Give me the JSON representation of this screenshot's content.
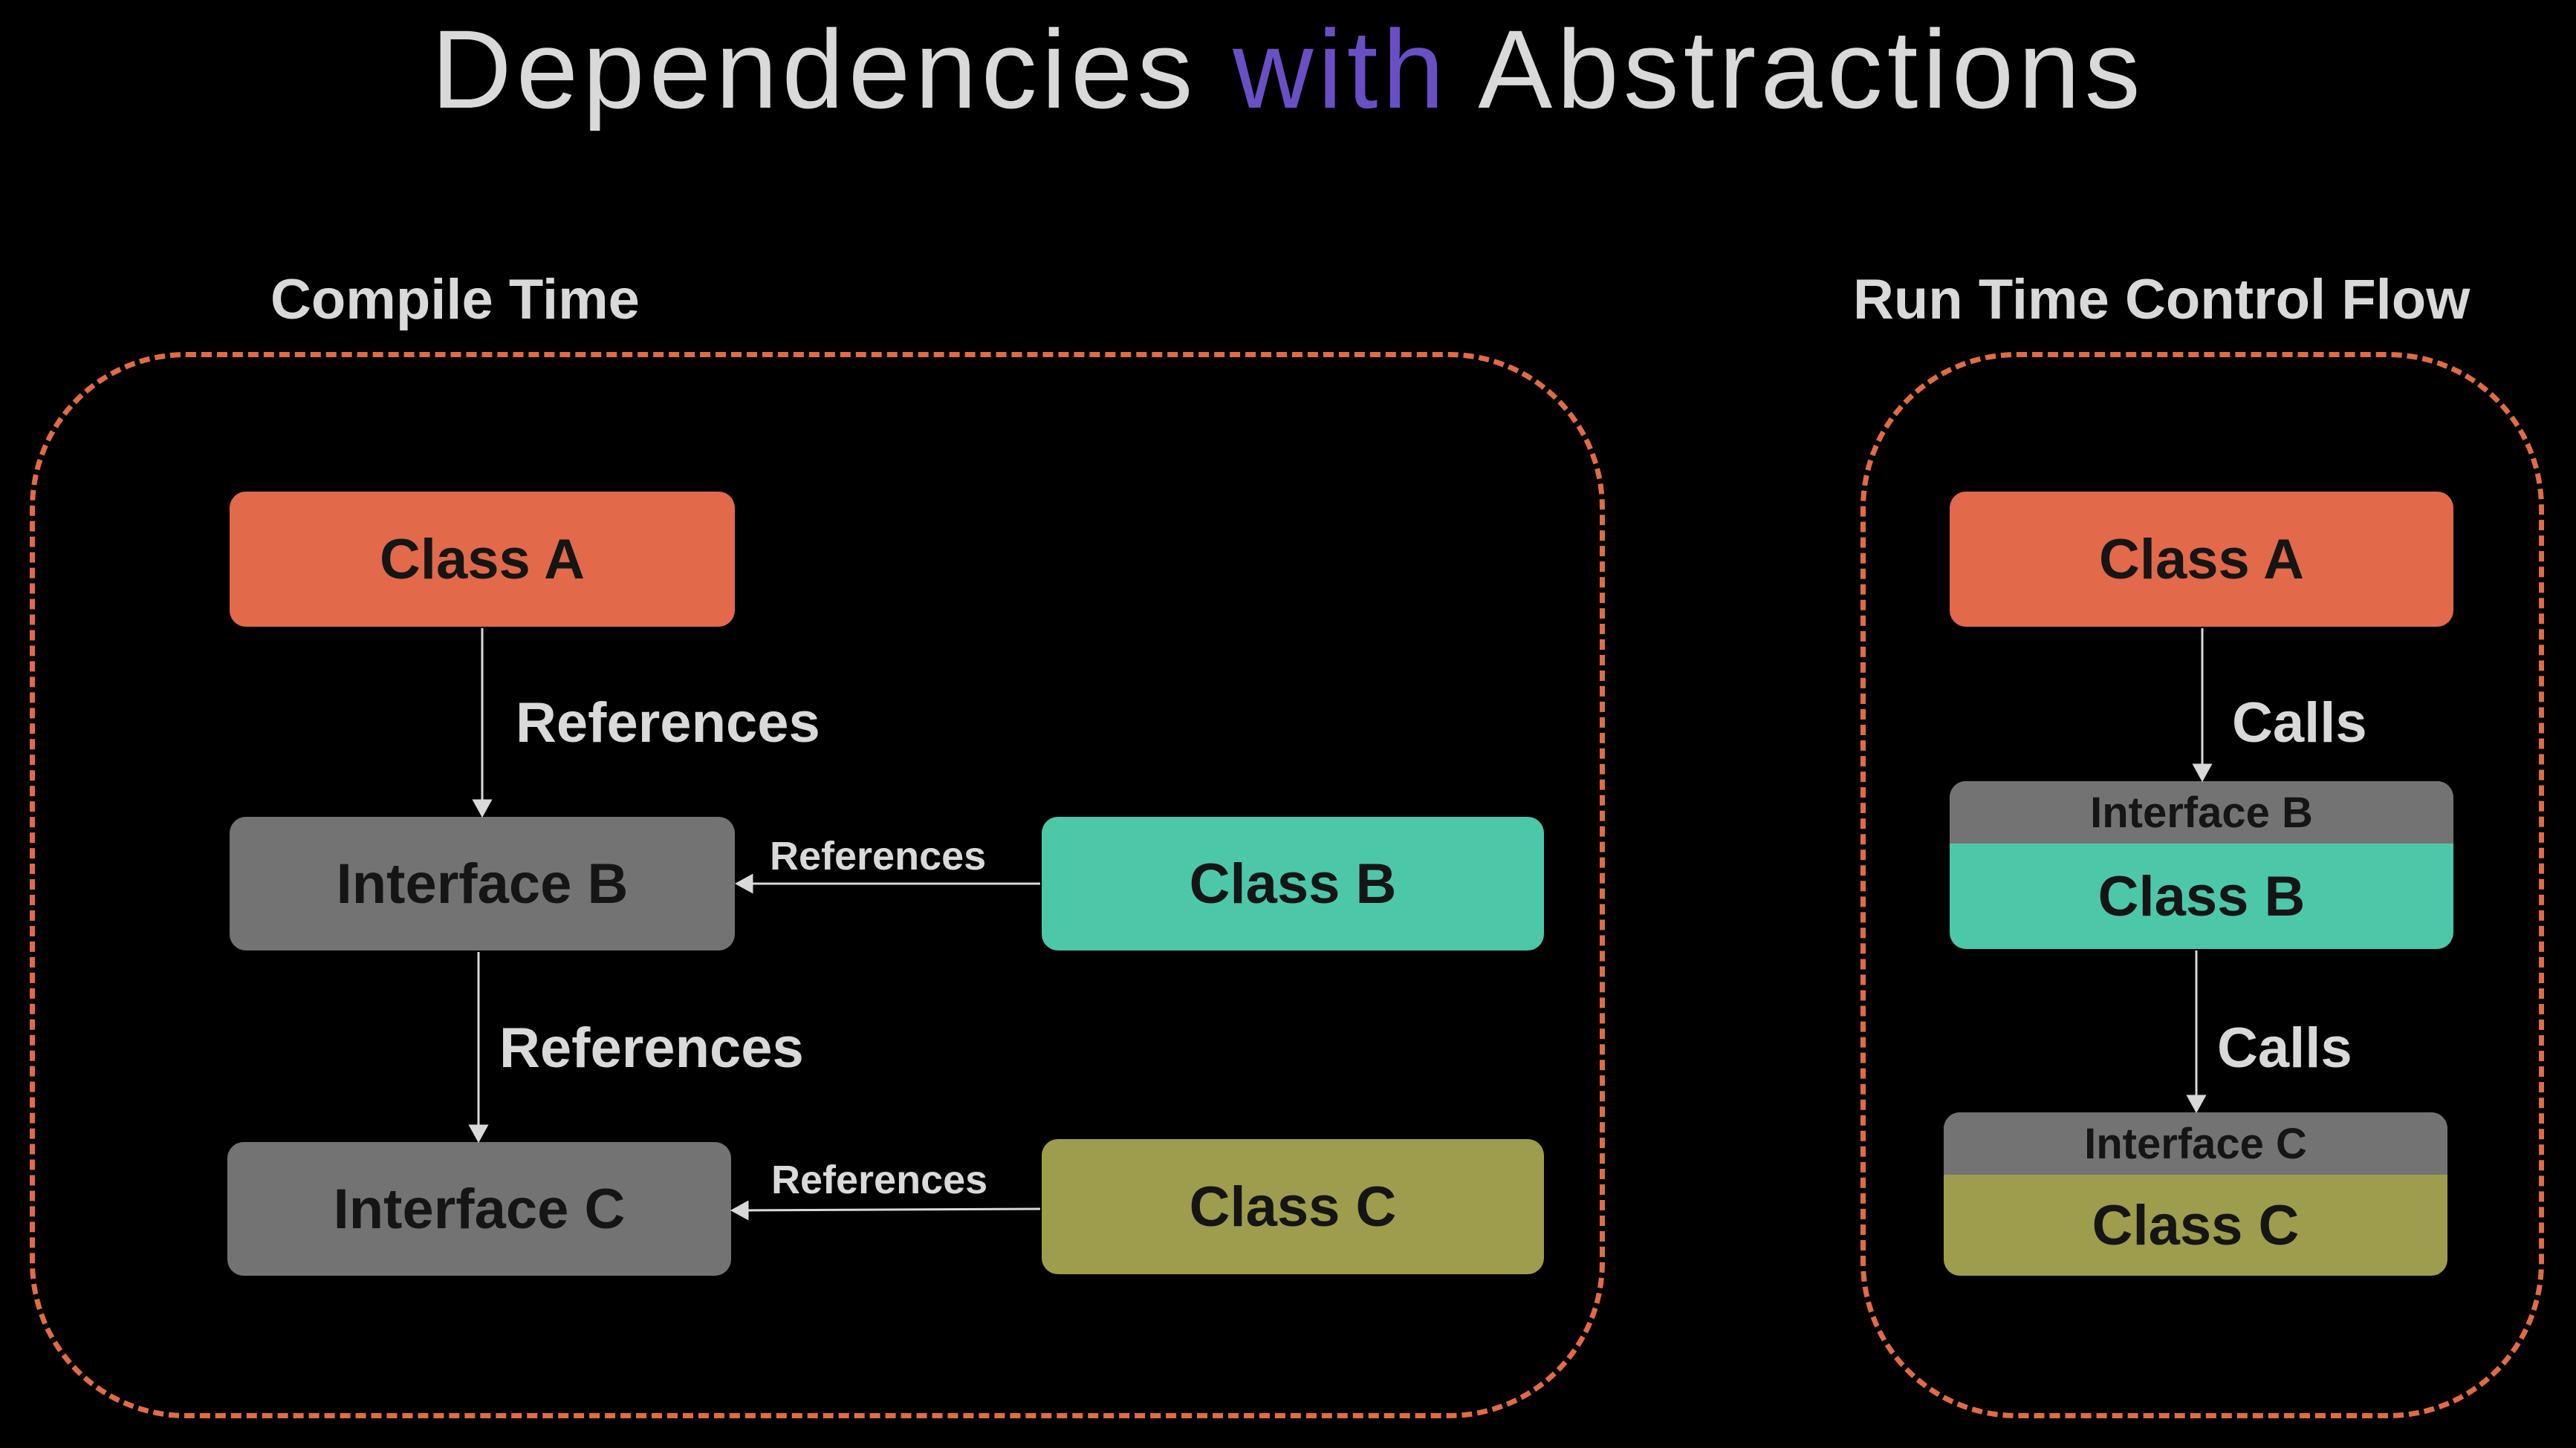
{
  "title": {
    "part1": "Dependencies",
    "part2": "with",
    "part3": "Abstractions"
  },
  "colors": {
    "accent": "#6a4fc4",
    "frame": "#e26b43",
    "class_a": "#e2694a",
    "interface": "#737373",
    "class_b": "#4cc8a8",
    "class_c": "#9d9d4d"
  },
  "compile_time": {
    "label": "Compile Time",
    "class_a": "Class A",
    "interface_b": "Interface B",
    "interface_c": "Interface C",
    "class_b": "Class B",
    "class_c": "Class C",
    "edge_a_to_ib": "References",
    "edge_ib_to_ic": "References",
    "edge_cb_to_ib": "References",
    "edge_cc_to_ic": "References"
  },
  "run_time": {
    "label": "Run Time Control Flow",
    "class_a": "Class A",
    "interface_b": "Interface B",
    "class_b": "Class B",
    "interface_c": "Interface C",
    "class_c": "Class C",
    "edge_a_to_b": "Calls",
    "edge_b_to_c": "Calls"
  }
}
